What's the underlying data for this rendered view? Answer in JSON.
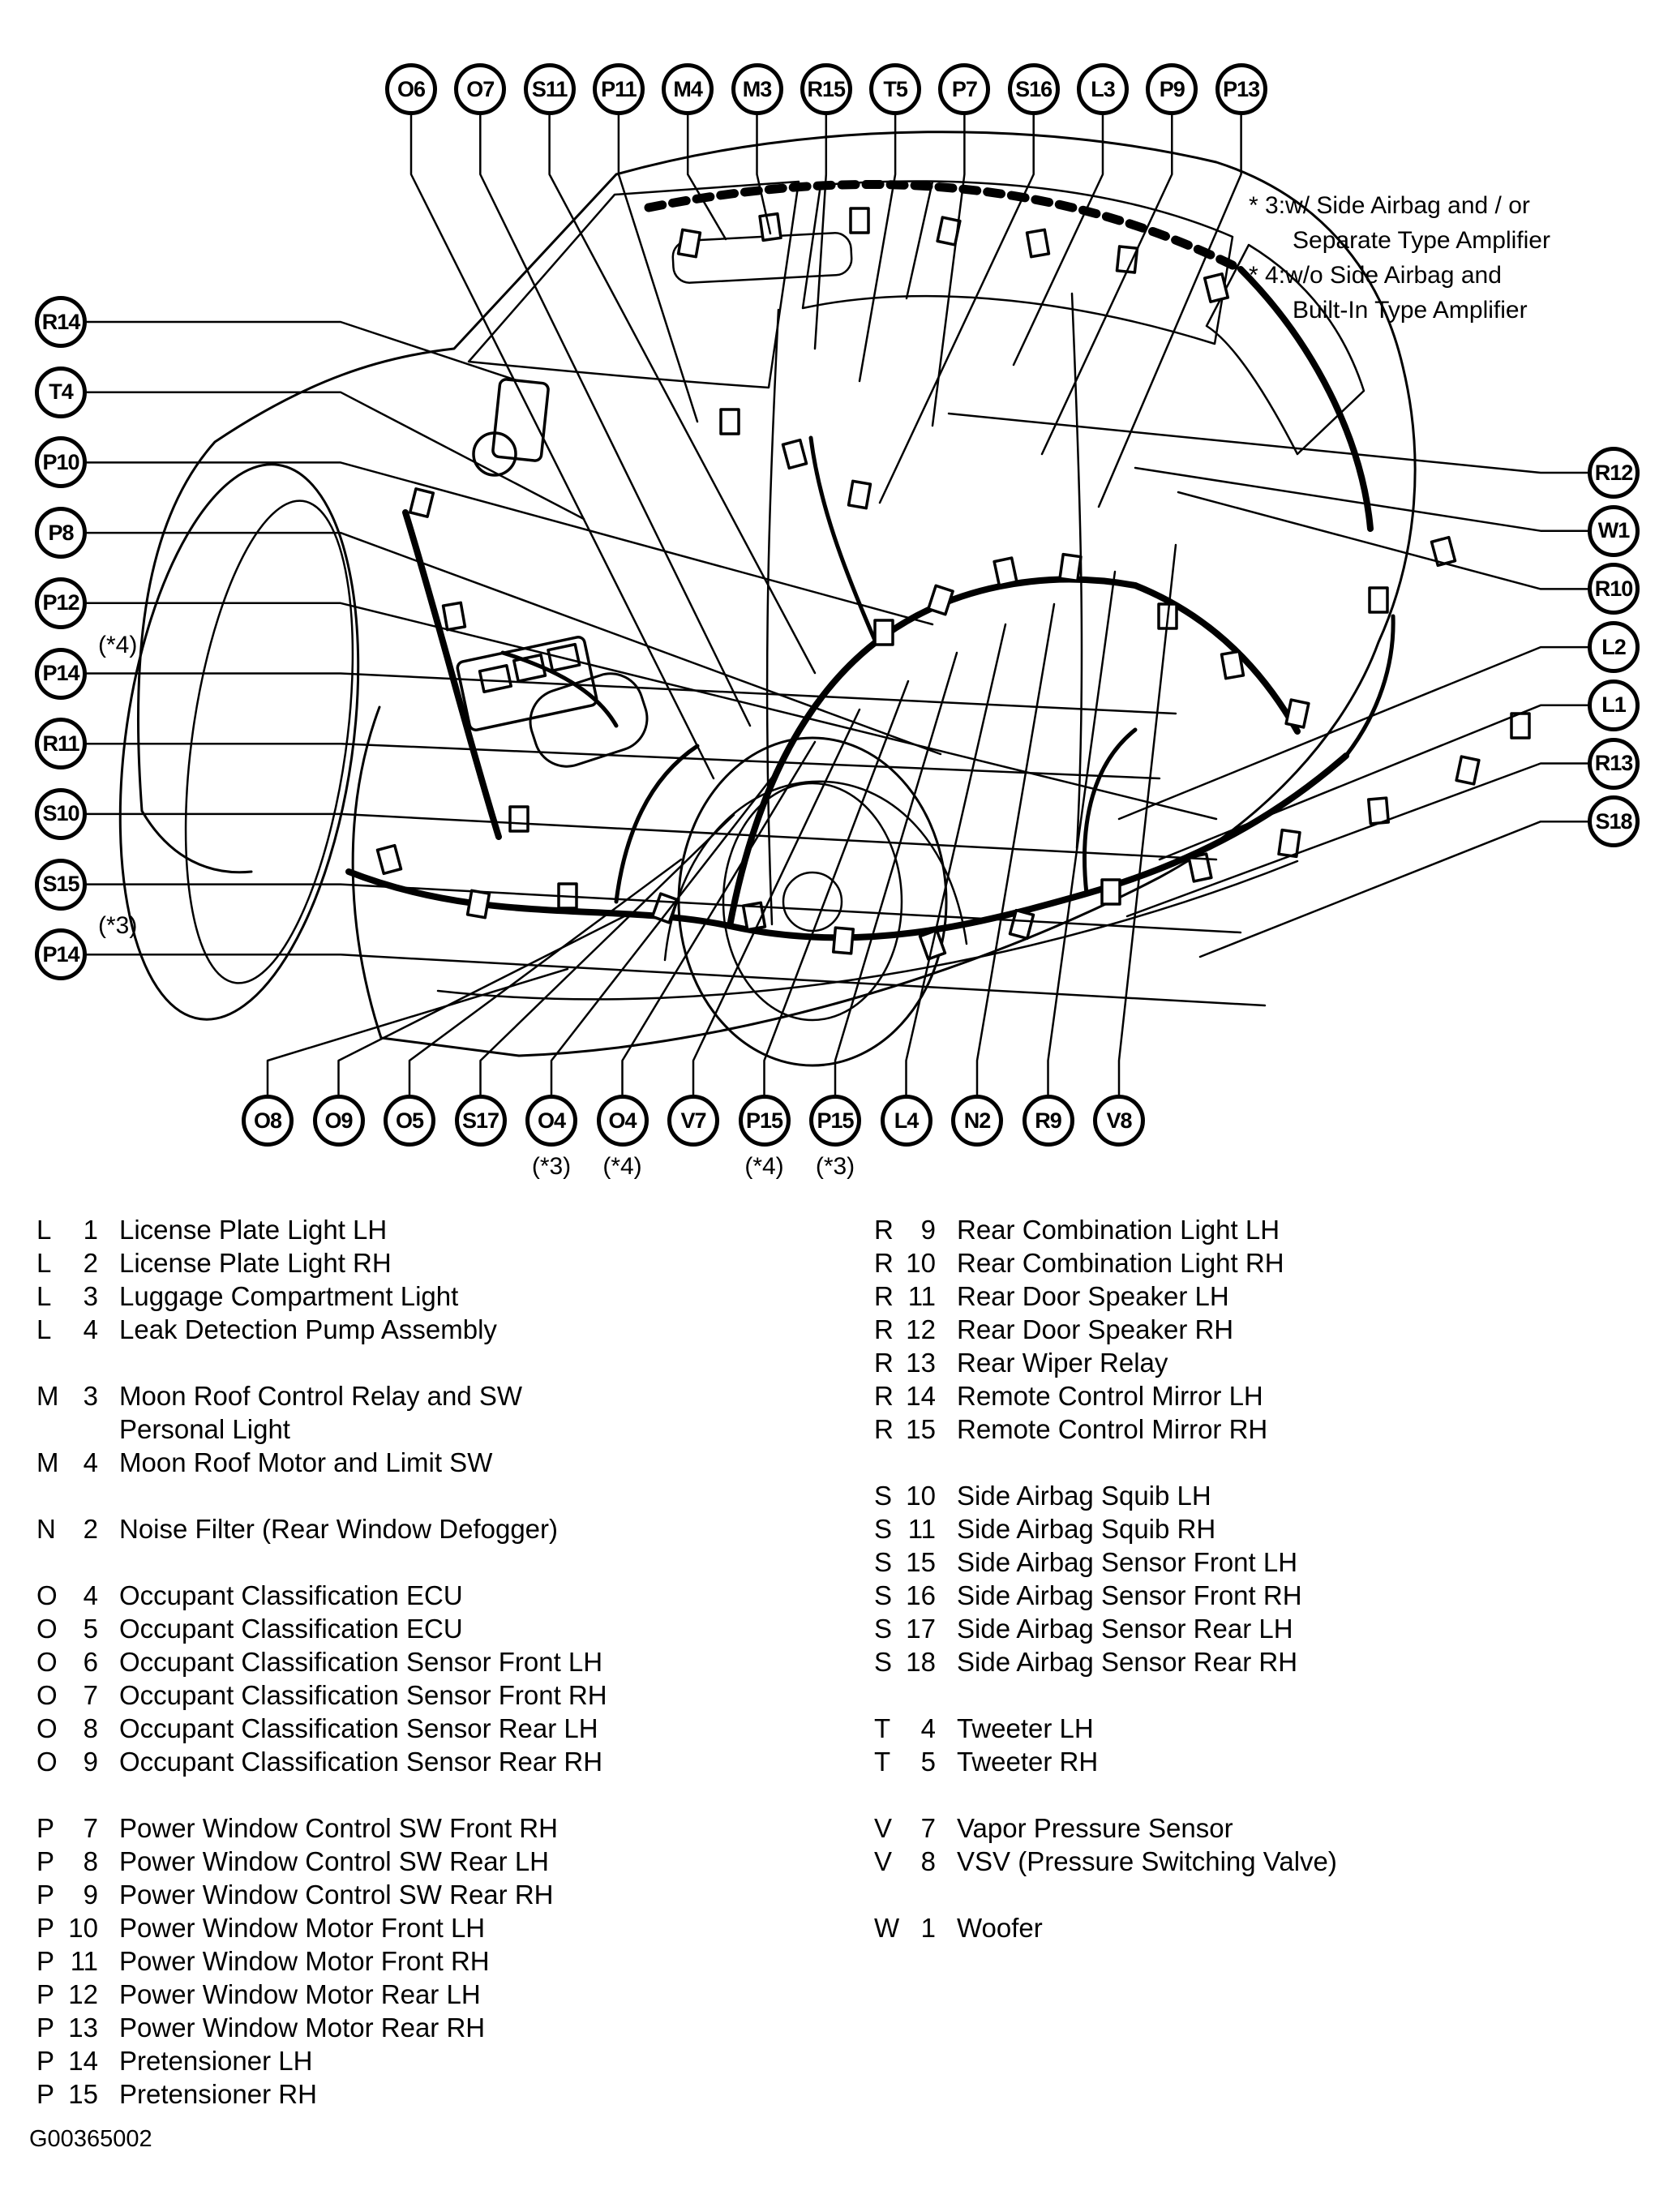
{
  "figure_id": "G00365002",
  "notes": {
    "n3_line1": "* 3:w/ Side Airbag and / or",
    "n3_line2": "Separate Type Amplifier",
    "n4_line1": "* 4:w/o Side Airbag and",
    "n4_line2": "Built-In Type Amplifier"
  },
  "callouts": {
    "top": [
      {
        "label": "O6"
      },
      {
        "label": "O7"
      },
      {
        "label": "S11"
      },
      {
        "label": "P11"
      },
      {
        "label": "M4"
      },
      {
        "label": "M3"
      },
      {
        "label": "R15"
      },
      {
        "label": "T5"
      },
      {
        "label": "P7"
      },
      {
        "label": "S16"
      },
      {
        "label": "L3"
      },
      {
        "label": "P9"
      },
      {
        "label": "P13"
      }
    ],
    "left": [
      {
        "label": "R14"
      },
      {
        "label": "T4"
      },
      {
        "label": "P10"
      },
      {
        "label": "P8"
      },
      {
        "label": "P12"
      },
      {
        "label": "P14",
        "note": "(*4)"
      },
      {
        "label": "R11"
      },
      {
        "label": "S10"
      },
      {
        "label": "S15"
      },
      {
        "label": "P14",
        "note": "(*3)"
      }
    ],
    "right": [
      {
        "label": "R12"
      },
      {
        "label": "W1"
      },
      {
        "label": "R10"
      },
      {
        "label": "L2"
      },
      {
        "label": "L1"
      },
      {
        "label": "R13"
      },
      {
        "label": "S18"
      }
    ],
    "bottom": [
      {
        "label": "O8"
      },
      {
        "label": "O9"
      },
      {
        "label": "O5"
      },
      {
        "label": "S17"
      },
      {
        "label": "O4",
        "note": "(*3)"
      },
      {
        "label": "O4",
        "note": "(*4)"
      },
      {
        "label": "V7"
      },
      {
        "label": "P15",
        "note": "(*4)"
      },
      {
        "label": "P15",
        "note": "(*3)"
      },
      {
        "label": "L4"
      },
      {
        "label": "N2"
      },
      {
        "label": "R9"
      },
      {
        "label": "V8"
      }
    ]
  },
  "legend": {
    "left_groups": [
      [
        {
          "letter": "L",
          "num": "1",
          "name": "License Plate Light LH"
        },
        {
          "letter": "L",
          "num": "2",
          "name": "License Plate Light RH"
        },
        {
          "letter": "L",
          "num": "3",
          "name": "Luggage Compartment Light"
        },
        {
          "letter": "L",
          "num": "4",
          "name": "Leak Detection Pump Assembly"
        }
      ],
      [
        {
          "letter": "M",
          "num": "3",
          "name": "Moon Roof Control Relay and SW\nPersonal Light"
        },
        {
          "letter": "M",
          "num": "4",
          "name": "Moon Roof Motor and Limit SW"
        }
      ],
      [
        {
          "letter": "N",
          "num": "2",
          "name": "Noise Filter (Rear Window Defogger)"
        }
      ],
      [
        {
          "letter": "O",
          "num": "4",
          "name": "Occupant Classification ECU"
        },
        {
          "letter": "O",
          "num": "5",
          "name": "Occupant Classification ECU"
        },
        {
          "letter": "O",
          "num": "6",
          "name": "Occupant Classification Sensor Front LH"
        },
        {
          "letter": "O",
          "num": "7",
          "name": "Occupant Classification Sensor Front RH"
        },
        {
          "letter": "O",
          "num": "8",
          "name": "Occupant Classification Sensor Rear LH"
        },
        {
          "letter": "O",
          "num": "9",
          "name": "Occupant Classification Sensor Rear RH"
        }
      ],
      [
        {
          "letter": "P",
          "num": "7",
          "name": "Power Window Control SW Front RH"
        },
        {
          "letter": "P",
          "num": "8",
          "name": "Power Window Control SW Rear LH"
        },
        {
          "letter": "P",
          "num": "9",
          "name": "Power Window Control SW Rear RH"
        },
        {
          "letter": "P",
          "num": "10",
          "name": "Power Window Motor Front LH"
        },
        {
          "letter": "P",
          "num": "11",
          "name": "Power Window Motor Front RH"
        },
        {
          "letter": "P",
          "num": "12",
          "name": "Power Window Motor Rear LH"
        },
        {
          "letter": "P",
          "num": "13",
          "name": "Power Window Motor Rear RH"
        },
        {
          "letter": "P",
          "num": "14",
          "name": "Pretensioner LH"
        },
        {
          "letter": "P",
          "num": "15",
          "name": "Pretensioner RH"
        }
      ]
    ],
    "right_groups": [
      [
        {
          "letter": "R",
          "num": "9",
          "name": "Rear Combination Light LH"
        },
        {
          "letter": "R",
          "num": "10",
          "name": "Rear Combination Light RH"
        },
        {
          "letter": "R",
          "num": "11",
          "name": "Rear Door Speaker LH"
        },
        {
          "letter": "R",
          "num": "12",
          "name": "Rear Door Speaker RH"
        },
        {
          "letter": "R",
          "num": "13",
          "name": "Rear Wiper Relay"
        },
        {
          "letter": "R",
          "num": "14",
          "name": "Remote Control Mirror LH"
        },
        {
          "letter": "R",
          "num": "15",
          "name": "Remote Control Mirror RH"
        }
      ],
      [
        {
          "letter": "S",
          "num": "10",
          "name": "Side Airbag Squib LH"
        },
        {
          "letter": "S",
          "num": "11",
          "name": "Side Airbag Squib RH"
        },
        {
          "letter": "S",
          "num": "15",
          "name": "Side Airbag Sensor Front LH"
        },
        {
          "letter": "S",
          "num": "16",
          "name": "Side Airbag Sensor Front RH"
        },
        {
          "letter": "S",
          "num": "17",
          "name": "Side Airbag Sensor Rear LH"
        },
        {
          "letter": "S",
          "num": "18",
          "name": "Side Airbag Sensor Rear RH"
        }
      ],
      [
        {
          "letter": "T",
          "num": "4",
          "name": "Tweeter LH"
        },
        {
          "letter": "T",
          "num": "5",
          "name": "Tweeter RH"
        }
      ],
      [
        {
          "letter": "V",
          "num": "7",
          "name": "Vapor Pressure Sensor"
        },
        {
          "letter": "V",
          "num": "8",
          "name": "VSV (Pressure Switching Valve)"
        }
      ],
      [
        {
          "letter": "W",
          "num": "1",
          "name": "Woofer"
        }
      ]
    ]
  }
}
